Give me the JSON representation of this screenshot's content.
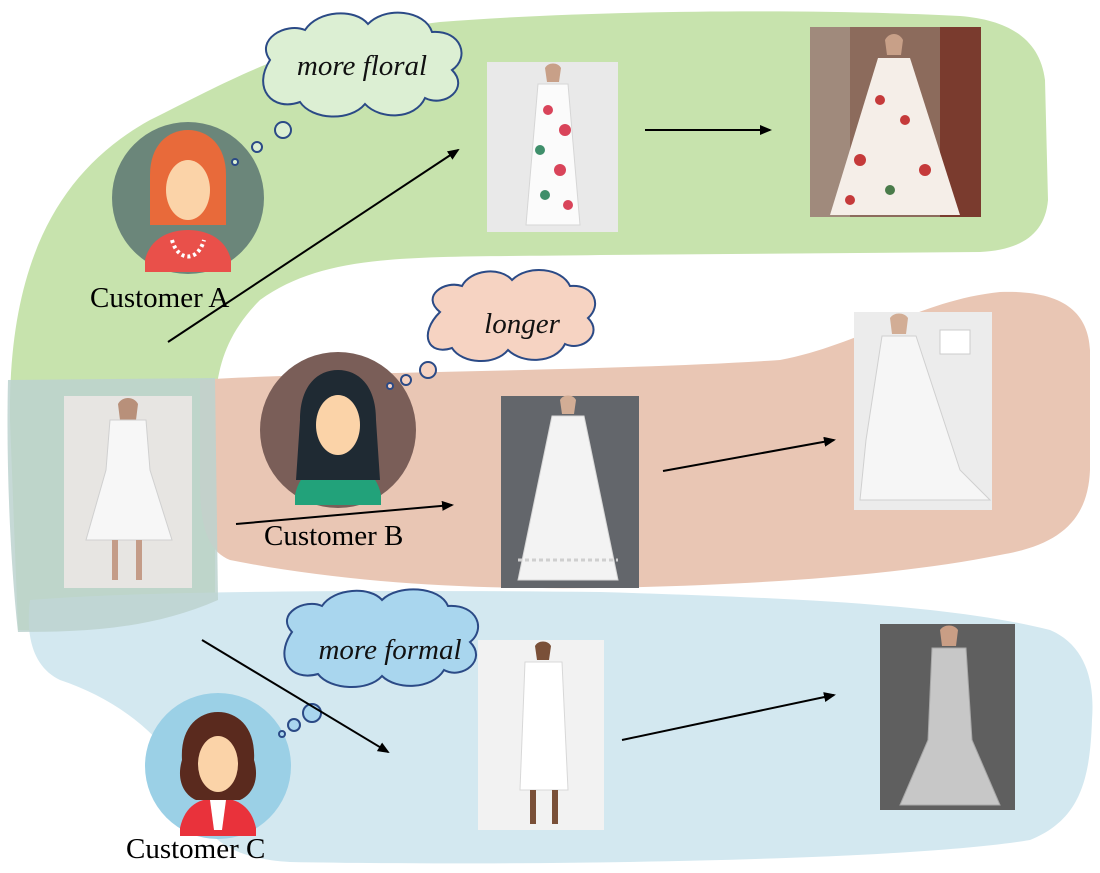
{
  "customers": [
    {
      "label": "Customer A",
      "thought": "more floral",
      "band_color": "#c7e3ad",
      "cloud_fill": "#dcefd3"
    },
    {
      "label": "Customer B",
      "thought": "longer",
      "band_color": "#e9c6b4",
      "cloud_fill": "#f6d3c2"
    },
    {
      "label": "Customer C",
      "thought": "more formal",
      "band_color": "#d3e8f0",
      "cloud_fill": "#a9d6ee"
    }
  ],
  "colors": {
    "cloud_stroke": "#2b4a86",
    "arrow": "#000000",
    "center_tint": "#c9dcdc",
    "avatar_a_bg": "#6b867a",
    "avatar_b_bg": "#7a5e58",
    "avatar_c_bg": "#9bd0e6"
  },
  "icons": [
    "woman-red-hair-avatar-icon",
    "woman-black-hair-avatar-icon",
    "woman-curly-hair-avatar-icon",
    "thought-cloud-icon",
    "arrow-icon"
  ]
}
